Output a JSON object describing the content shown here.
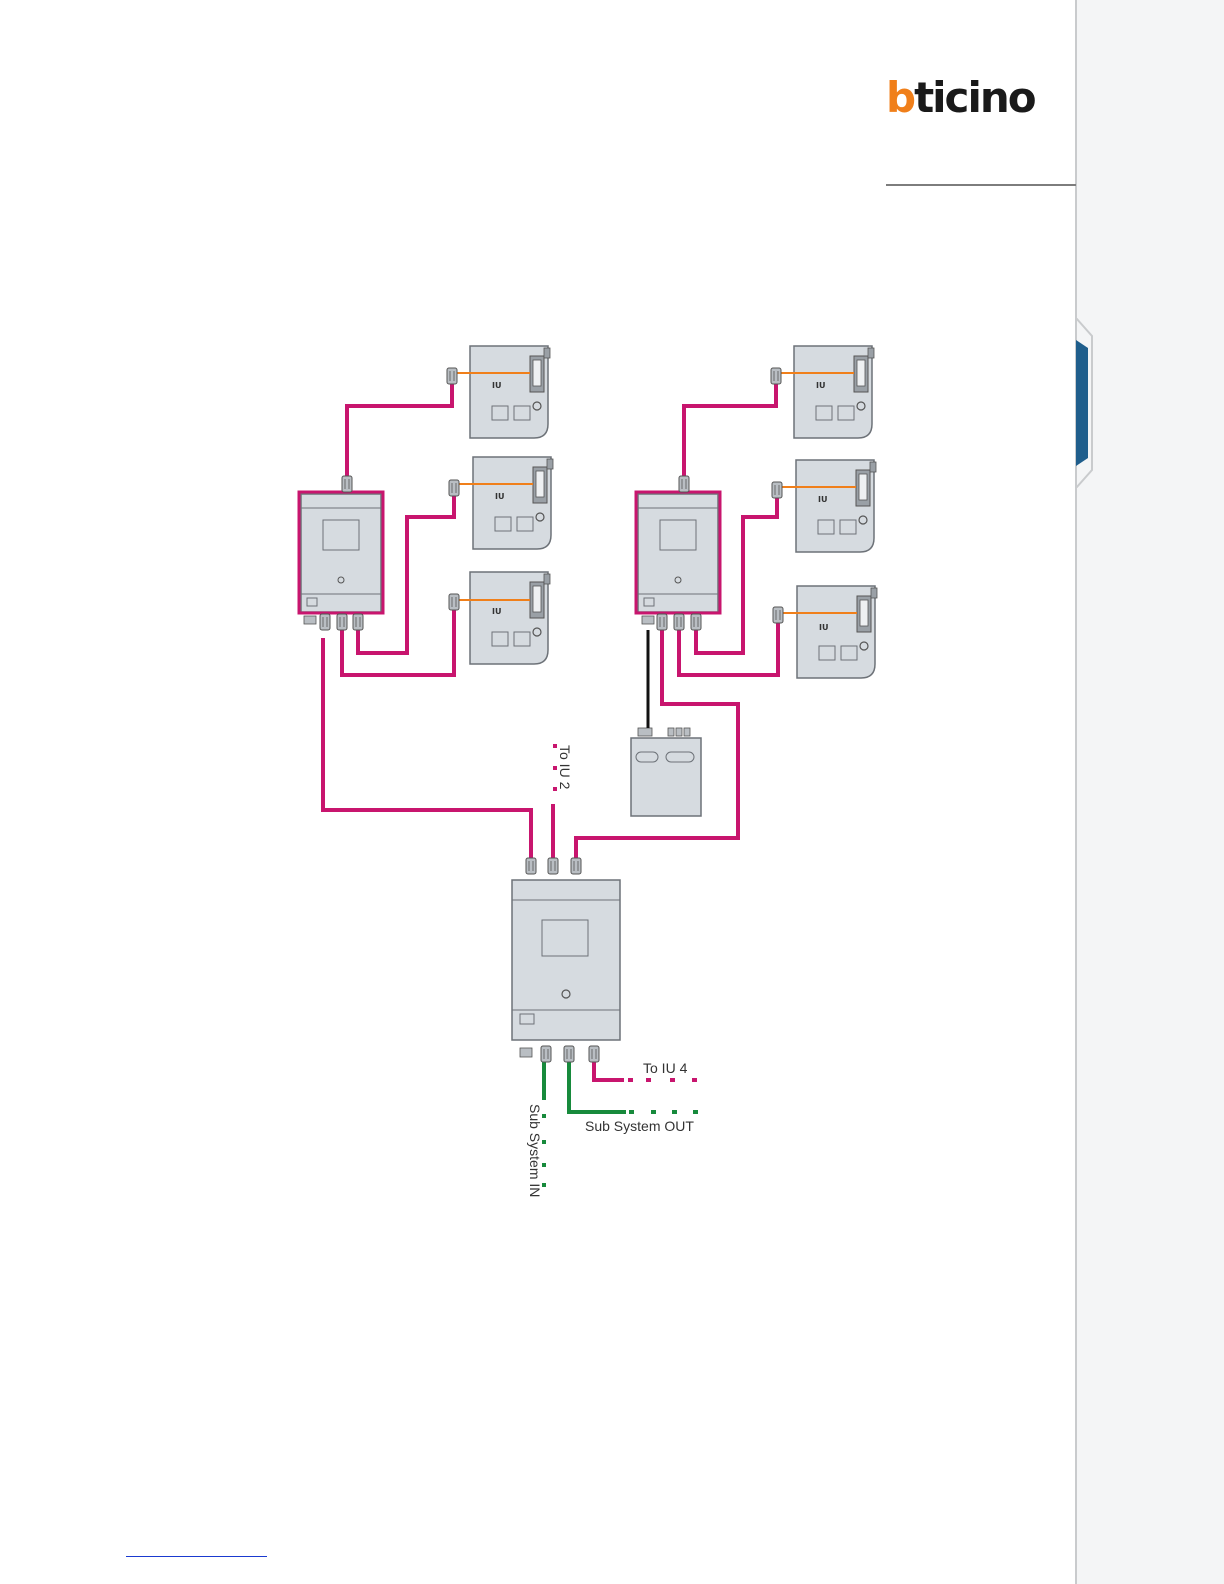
{
  "brand": {
    "logo_text": "bticino",
    "colors": {
      "orange": "#f07f1a",
      "dark": "#1a1a1a"
    }
  },
  "diagram": {
    "unit_label": "IU",
    "labels": {
      "to_iu_2": "To IU 2",
      "to_iu_4": "To IU 4",
      "sub_system_out": "Sub  System OUT",
      "sub_system_in": "Sub System IN"
    },
    "colors": {
      "bus": "#c8156e",
      "riser": "#178a3c",
      "highlight": "#c8156e",
      "signal": "#f07f1a",
      "device_fill": "#d6dbe0",
      "device_stroke": "#6d7278"
    }
  },
  "sidebar": {
    "accent": "#1f5e8c"
  }
}
